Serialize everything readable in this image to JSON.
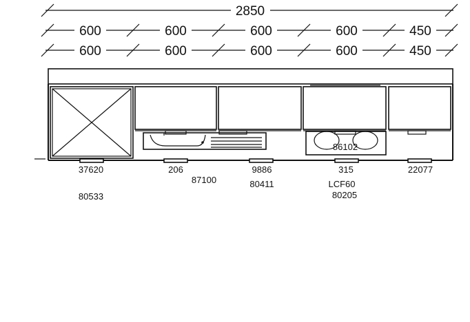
{
  "dimensions": {
    "total": "2850",
    "row_upper": [
      "600",
      "600",
      "600",
      "600",
      "450"
    ],
    "row_lower": [
      "600",
      "600",
      "600",
      "600",
      "450"
    ]
  },
  "codes": {
    "c1": "37620",
    "c2": "80533",
    "c3": "206",
    "c4": "87100",
    "c5": "9886",
    "c6": "80411",
    "c7": "86102",
    "c8": "315",
    "c9": "LCF60",
    "c10": "80205",
    "c11": "22077"
  },
  "colors": {
    "line": "#111111",
    "background": "#ffffff"
  }
}
